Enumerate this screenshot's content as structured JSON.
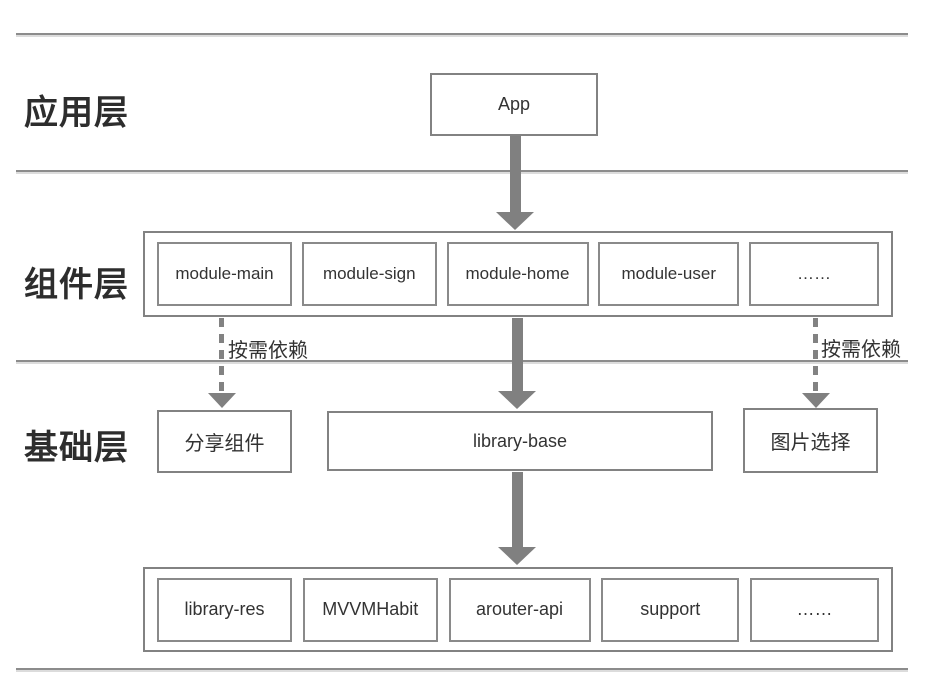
{
  "colors": {
    "background": "#ffffff",
    "box_border": "#828282",
    "arrow": "#808080",
    "separator_line": "#8c8c8c",
    "text": "#333333",
    "layer_label_text": "#2d2d2d"
  },
  "layer_labels": {
    "app": "应用层",
    "component": "组件层",
    "base": "基础层"
  },
  "app_layer": {
    "app_box": "App"
  },
  "component_layer": {
    "modules": [
      "module-main",
      "module-sign",
      "module-home",
      "module-user",
      "……"
    ]
  },
  "dependency_notes": {
    "left": "按需依赖",
    "right": "按需依赖"
  },
  "base_layer": {
    "share_box": "分享组件",
    "library_base_box": "library-base",
    "picture_box": "图片选择"
  },
  "foundation_layer": {
    "modules": [
      "library-res",
      "MVVMHabit",
      "arouter-api",
      "support",
      "……"
    ]
  }
}
